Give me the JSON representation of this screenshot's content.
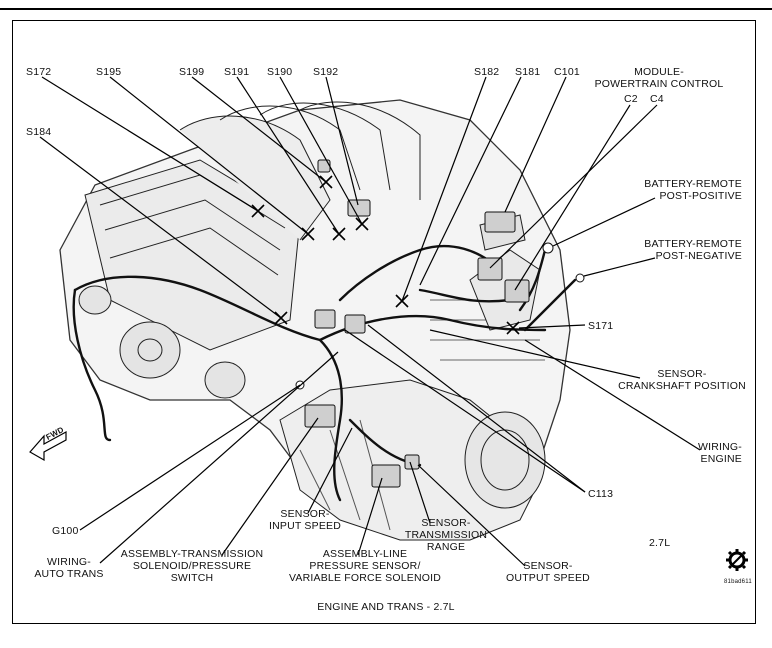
{
  "caption": "ENGINE AND TRANS - 2.7L",
  "engine_size": "2.7L",
  "figure_id": "81bad611",
  "fwd_label": "FWD",
  "labels": {
    "s172": "S172",
    "s195": "S195",
    "s199": "S199",
    "s191": "S191",
    "s190": "S190",
    "s192": "S192",
    "s184": "S184",
    "s182": "S182",
    "s181": "S181",
    "c101": "C101",
    "module_line1": "MODULE-",
    "module_line2": "POWERTRAIN CONTROL",
    "c2": "C2",
    "c4": "C4",
    "battery_pos_line1": "BATTERY-REMOTE",
    "battery_pos_line2": "POST-POSITIVE",
    "battery_neg_line1": "BATTERY-REMOTE",
    "battery_neg_line2": "POST-NEGATIVE",
    "s171": "S171",
    "crank_line1": "SENSOR-",
    "crank_line2": "CRANKSHAFT POSITION",
    "wiring_engine_line1": "WIRING-",
    "wiring_engine_line2": "ENGINE",
    "c113": "C113",
    "g100": "G100",
    "wiring_auto_line1": "WIRING-",
    "wiring_auto_line2": "AUTO TRANS",
    "trans_sol_line1": "ASSEMBLY-TRANSMISSION",
    "trans_sol_line2": "SOLENOID/PRESSURE",
    "trans_sol_line3": "SWITCH",
    "input_speed_line1": "SENSOR-",
    "input_speed_line2": "INPUT SPEED",
    "line_pressure_line1": "ASSEMBLY-LINE",
    "line_pressure_line2": "PRESSURE SENSOR/",
    "line_pressure_line3": "VARIABLE FORCE SOLENOID",
    "trans_range_line1": "SENSOR-",
    "trans_range_line2": "TRANSMISSION",
    "trans_range_line3": "RANGE",
    "output_speed_line1": "SENSOR-",
    "output_speed_line2": "OUTPUT SPEED"
  }
}
